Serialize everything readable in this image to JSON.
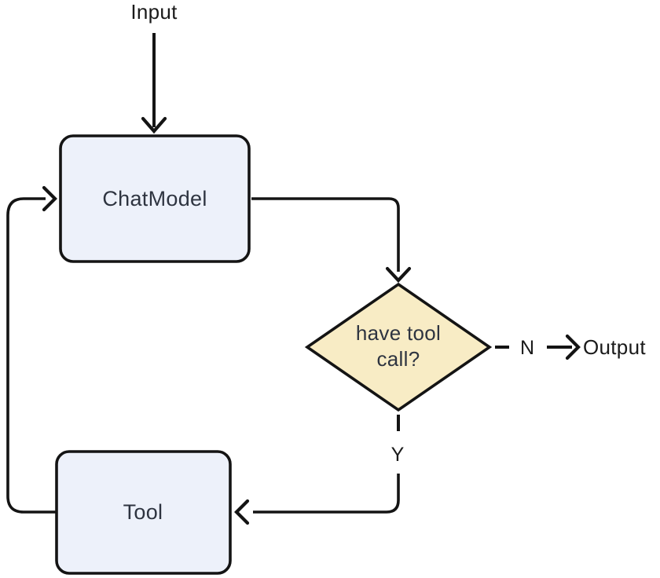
{
  "diagram": {
    "title": "tool-calling agent loop flowchart",
    "nodes": {
      "input_label": "Input",
      "chat_model_label": "ChatModel",
      "decision_label_line1": "have tool",
      "decision_label_line2": "call?",
      "tool_label": "Tool",
      "output_label": "Output"
    },
    "edges": {
      "no_branch_label": "N",
      "yes_branch_label": "Y"
    },
    "colors": {
      "process_fill": "#edf1fa",
      "decision_fill": "#f8ecc5",
      "stroke": "#141414",
      "node_text": "#2e3440",
      "label_text": "#1a1a1a",
      "background": "#ffffff"
    }
  }
}
